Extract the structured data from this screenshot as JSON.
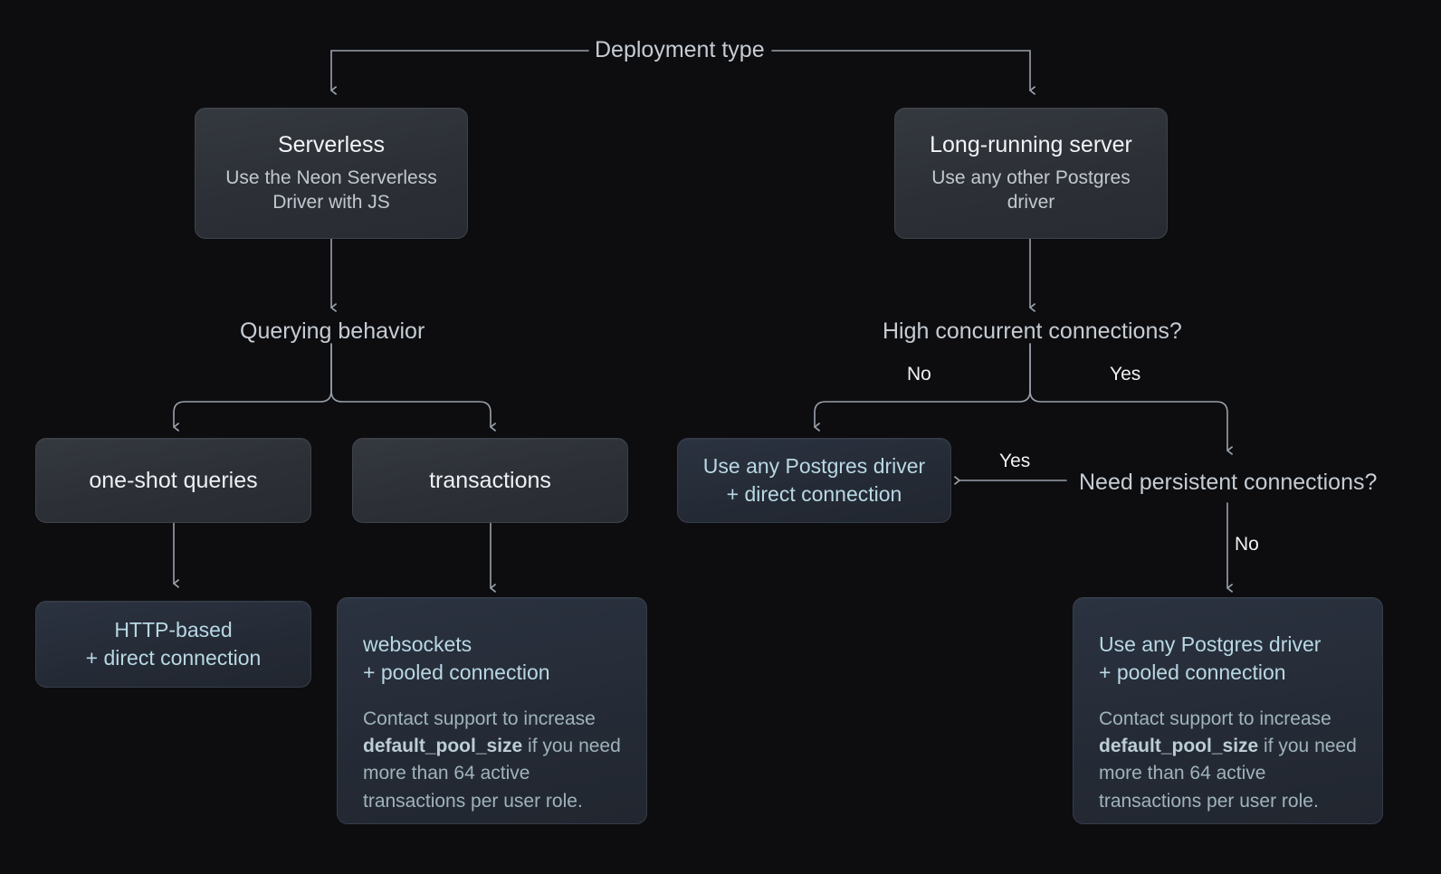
{
  "diagram": {
    "title": "Deployment type",
    "background_color": "#0d0d0f",
    "accent_color": "#b8d8e4",
    "node_color": "#2f3238",
    "accent_node_color": "#242a35",
    "connector_color": "#9aa1ab"
  },
  "nodes": {
    "serverless": {
      "title": "Serverless",
      "subtitle": "Use the Neon Serverless Driver with JS"
    },
    "long_running": {
      "title": "Long-running server",
      "subtitle": "Use any other Postgres driver"
    },
    "one_shot": {
      "label": "one-shot queries"
    },
    "transactions": {
      "label": "transactions"
    },
    "http_direct": {
      "line1": "HTTP-based",
      "line2": "+ direct connection"
    },
    "websockets_pooled": {
      "line1": "websockets",
      "line2": "+ pooled connection",
      "note_prefix": "Contact support to increase ",
      "note_code": "default_pool_size",
      "note_suffix": " if you need more than 64 active transactions per user role."
    },
    "driver_direct": {
      "line1": "Use any Postgres driver",
      "line2": "+ direct connection"
    },
    "driver_pooled": {
      "line1": "Use any Postgres driver",
      "line2": "+ pooled connection",
      "note_prefix": "Contact support to increase ",
      "note_code": "default_pool_size",
      "note_suffix": " if you need more than 64 active transactions per user role."
    }
  },
  "questions": {
    "querying_behavior": "Querying behavior",
    "high_concurrent": "High concurrent connections?",
    "need_persistent": "Need persistent connections?"
  },
  "branch_labels": {
    "concurrent_no": "No",
    "concurrent_yes": "Yes",
    "persistent_yes": "Yes",
    "persistent_no": "No"
  }
}
